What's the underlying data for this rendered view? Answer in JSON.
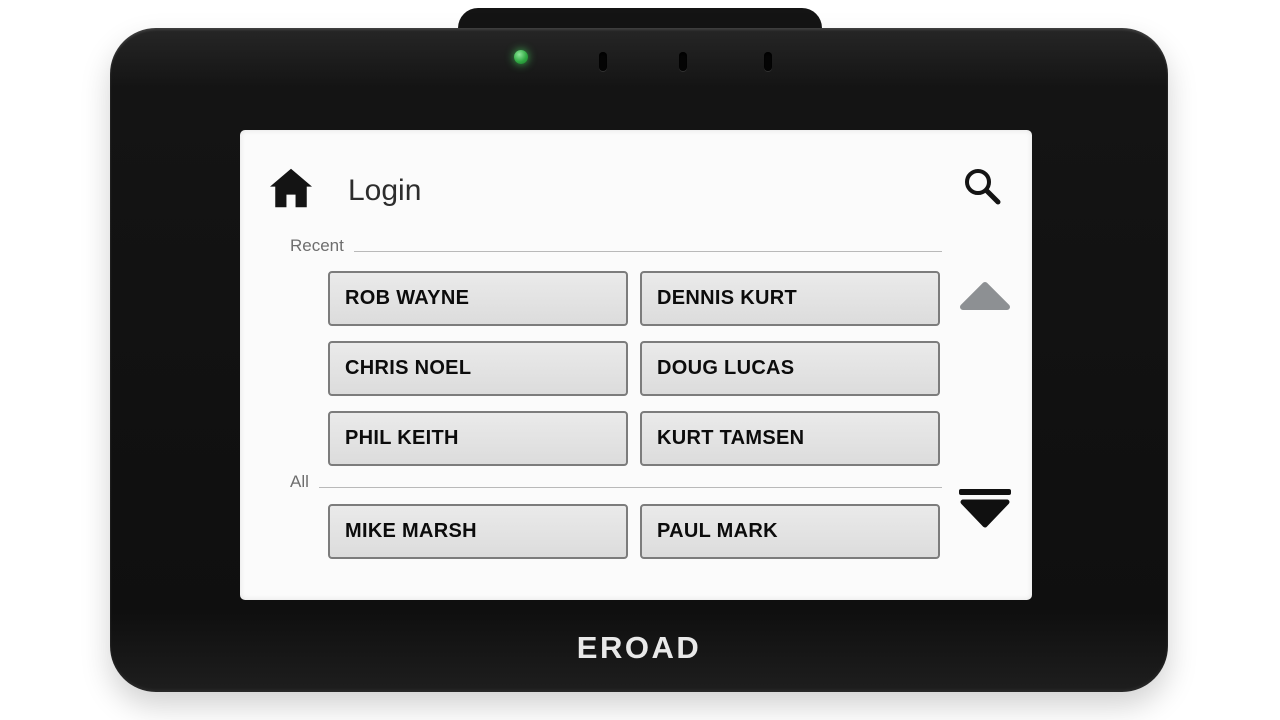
{
  "device": {
    "brand": "EROAD",
    "status_led": {
      "name": "power-led",
      "color": "#2fae45"
    }
  },
  "screen": {
    "title": "Login",
    "icons": {
      "home": "home-icon",
      "search": "search-icon",
      "scroll_up": "scroll-up-arrow",
      "scroll_down": "scroll-down-arrow"
    },
    "sections": [
      {
        "label": "Recent",
        "drivers": [
          "ROB WAYNE",
          "DENNIS KURT",
          "CHRIS NOEL",
          "DOUG LUCAS",
          "PHIL KEITH",
          "KURT TAMSEN"
        ]
      },
      {
        "label": "All",
        "drivers": [
          "MIKE MARSH",
          "PAUL MARK"
        ]
      }
    ],
    "colors": {
      "button_bg": "#e4e4e4",
      "button_border": "#7c7c7c",
      "scroll_up": "#8d9093",
      "scroll_down": "#101010"
    }
  }
}
